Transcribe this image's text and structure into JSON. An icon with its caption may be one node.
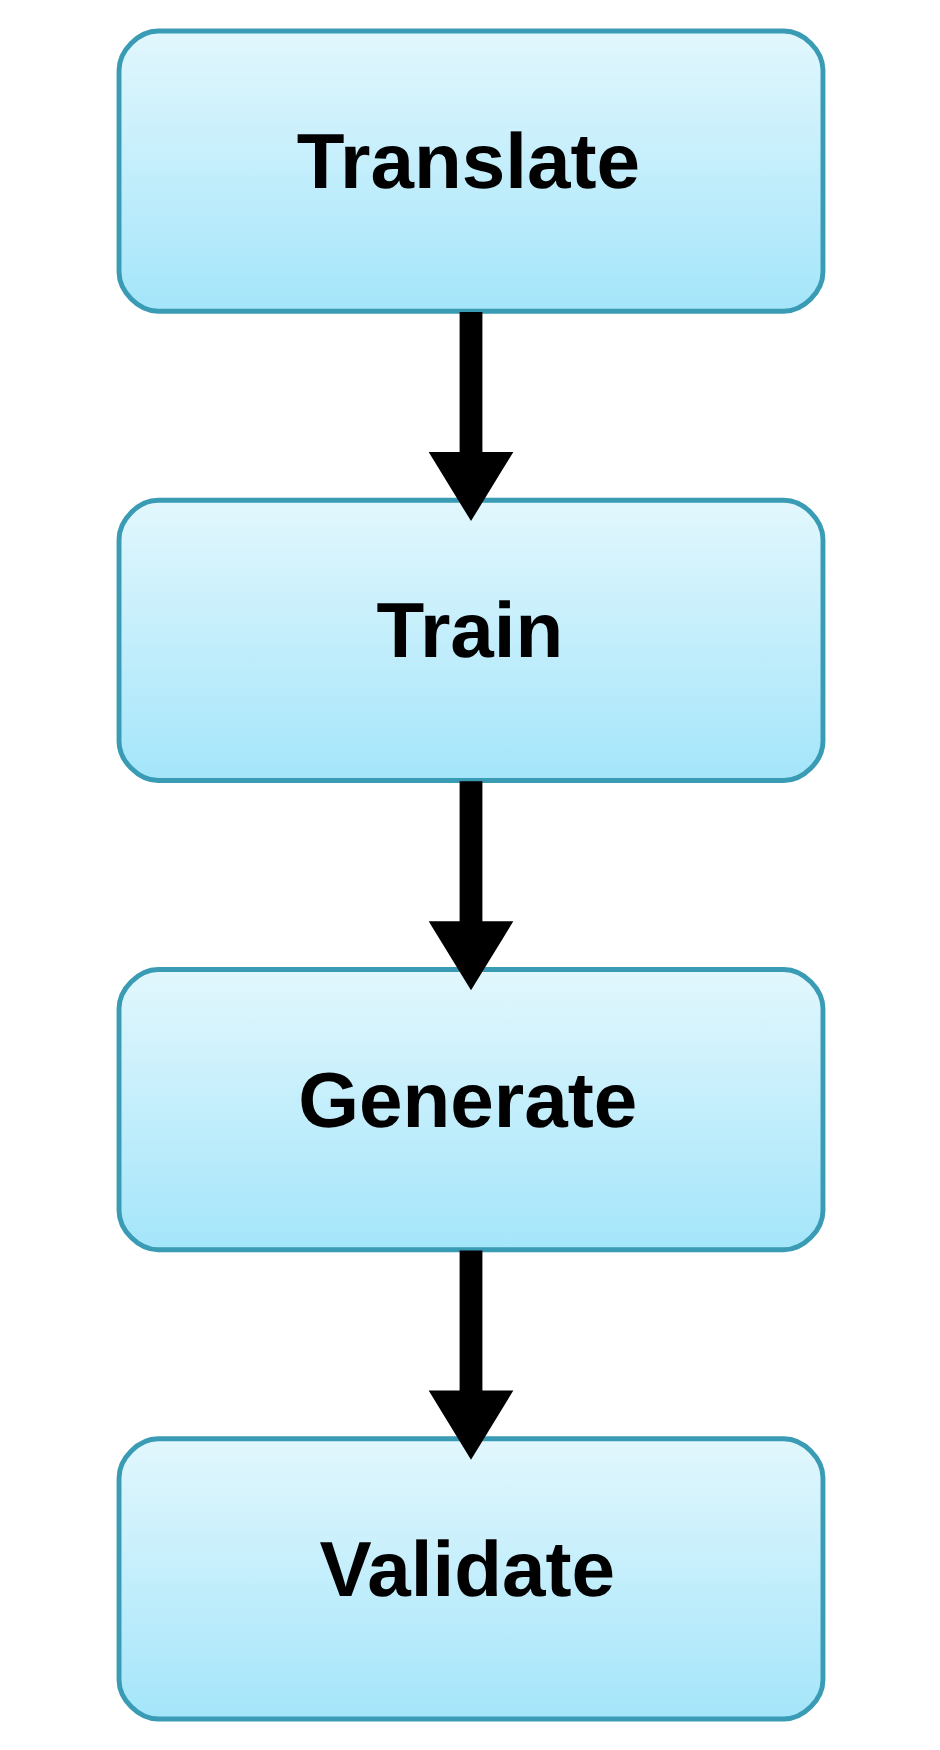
{
  "diagram": {
    "nodes": [
      {
        "text": [
          "Translate"
        ]
      },
      {
        "text": [
          "Train"
        ]
      },
      {
        "text": [
          "Generate"
        ]
      },
      {
        "text": [
          "Validate"
        ]
      }
    ],
    "edges": [
      {
        "from": 0,
        "to": 1,
        "arrow": "to"
      },
      {
        "from": 1,
        "to": 2,
        "arrow": "to"
      },
      {
        "from": 2,
        "to": 3,
        "arrow": "to"
      }
    ]
  }
}
